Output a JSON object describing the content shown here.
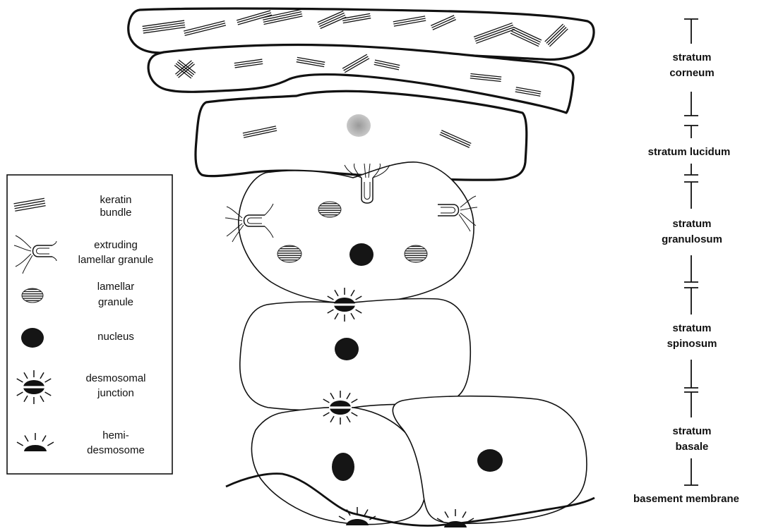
{
  "layers": [
    {
      "key": "corneum",
      "line1": "stratum",
      "line2": "corneum"
    },
    {
      "key": "lucidum",
      "line1": "stratum lucidum",
      "line2": ""
    },
    {
      "key": "granulosum",
      "line1": "stratum",
      "line2": "granulosum"
    },
    {
      "key": "spinosum",
      "line1": "stratum",
      "line2": "spinosum"
    },
    {
      "key": "basale",
      "line1": "stratum",
      "line2": "basale"
    },
    {
      "key": "membrane",
      "line1": "basement membrane",
      "line2": ""
    }
  ],
  "legend": {
    "items": [
      {
        "icon": "keratin-bundle-icon",
        "line1": "keratin",
        "line2": "bundle"
      },
      {
        "icon": "extruding-lamellar-granule-icon",
        "line1": "extruding",
        "line2": "lamellar granule"
      },
      {
        "icon": "lamellar-granule-icon",
        "line1": "lamellar",
        "line2": "granule"
      },
      {
        "icon": "nucleus-icon",
        "line1": "nucleus",
        "line2": ""
      },
      {
        "icon": "desmosomal-junction-icon",
        "line1": "desmosomal",
        "line2": "junction"
      },
      {
        "icon": "hemi-desmosome-icon",
        "line1": "hemi-",
        "line2": "desmosome"
      }
    ]
  },
  "colors": {
    "ink": "#111111",
    "background": "#ffffff",
    "granule_gray": "#a9a9a9"
  }
}
